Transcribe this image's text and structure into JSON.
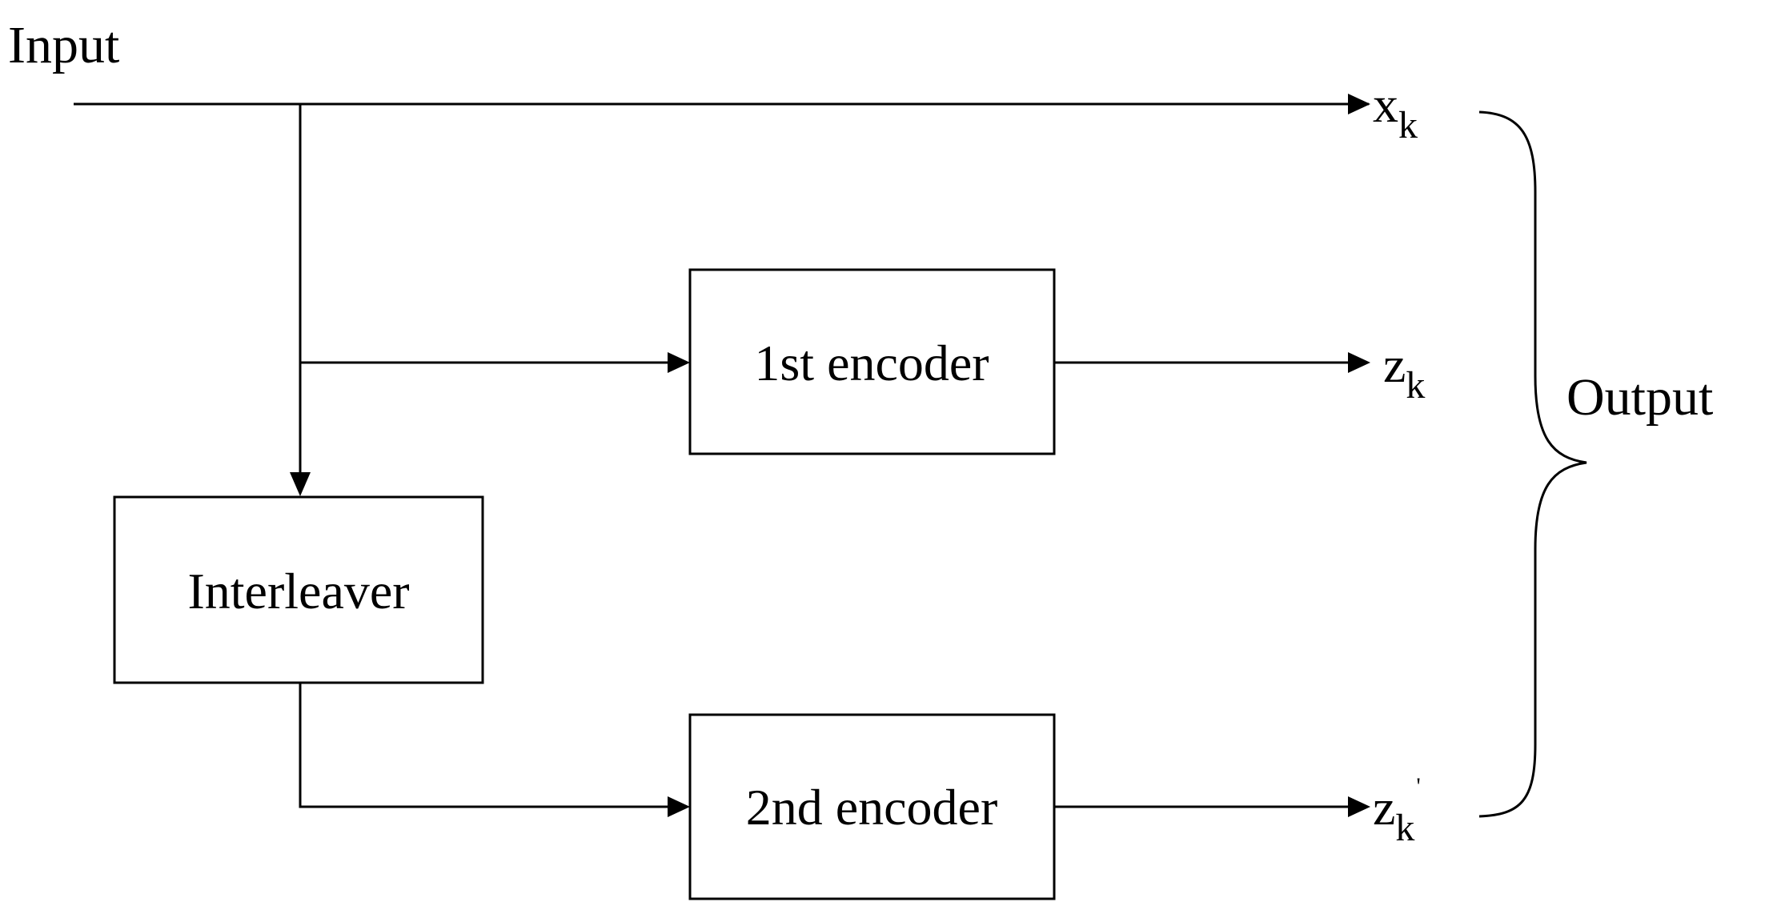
{
  "input_label": "Input",
  "output_label": "Output",
  "blocks": {
    "encoder1": "1st encoder",
    "encoder2": "2nd encoder",
    "interleaver": "Interleaver"
  },
  "outputs": {
    "xk": {
      "base": "x",
      "sub": "k"
    },
    "zk": {
      "base": "z",
      "sub": "k"
    },
    "zk_prime": {
      "base": "z",
      "sub": "k",
      "mark": "'"
    }
  }
}
